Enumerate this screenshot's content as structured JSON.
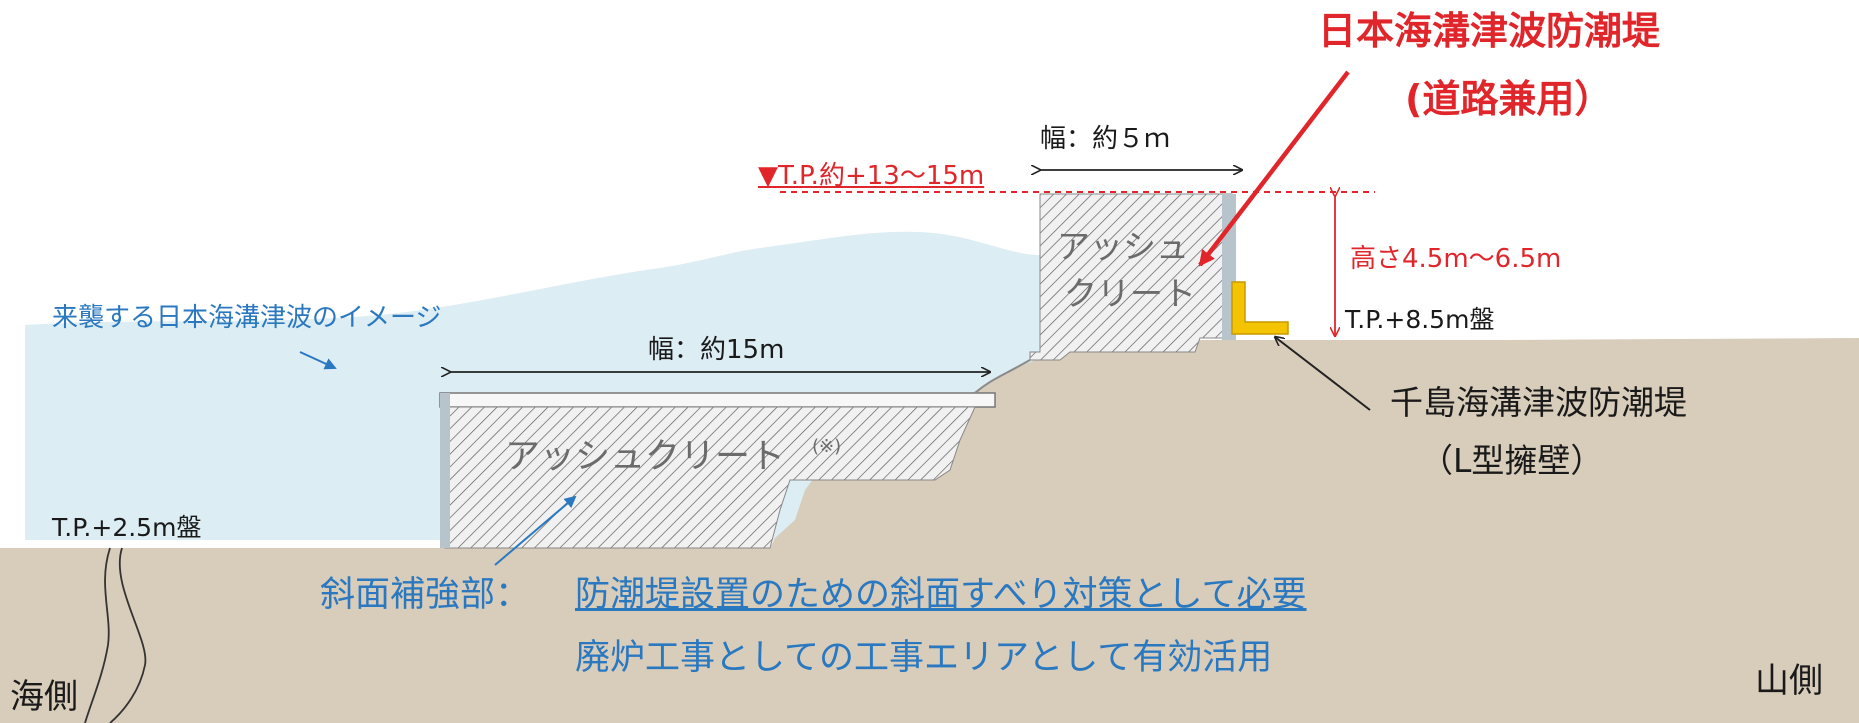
{
  "title": {
    "line1": "日本海溝津波防潮堤",
    "line2": "(道路兼用）"
  },
  "dimensions": {
    "top_width": "幅：約５ｍ",
    "lower_width": "幅：約15m",
    "crest_level": "▼T.P.約+13～15m",
    "height": "高さ4.5m～6.5m",
    "upper_ground": "T.P.+8.5m盤",
    "lower_ground": "T.P.+2.5m盤"
  },
  "labels": {
    "tsunami_image": "来襲する日本海溝津波のイメージ",
    "upper_ash_line1": "アッシュ",
    "upper_ash_line2": "クリート",
    "lower_ash": "アッシュクリート",
    "lower_ash_note": "(※)",
    "chishima_line1": "千島海溝津波防潮堤",
    "chishima_line2": "（L型擁壁）",
    "slope_prefix": "斜面補強部：",
    "slope_line1": "防潮堤設置のための斜面すべり対策として必要",
    "slope_line2": "廃炉工事としての工事エリアとして有効活用",
    "sea_side": "海側",
    "mountain_side": "山側"
  },
  "colors": {
    "ground": "#d8ccbb",
    "water": "#dcedf4",
    "accent_red": "#e0262b",
    "accent_blue": "#2a78c0",
    "wall_yellow": "#f5c400"
  }
}
